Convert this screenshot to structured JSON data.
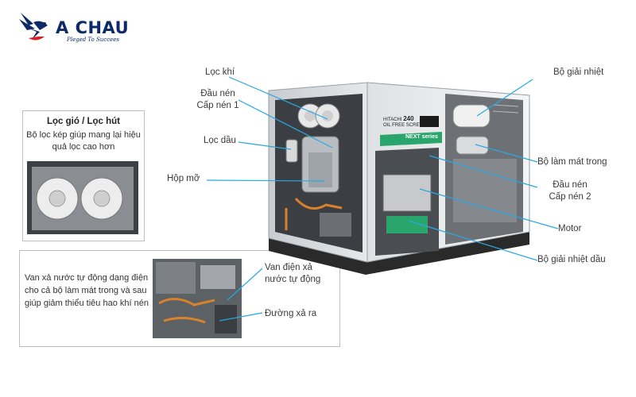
{
  "brand": {
    "name": "A CHAU",
    "slogan": "Pleged To Succees"
  },
  "labels": {
    "air_filter": "Lọc khí",
    "stage1_line1": "Đầu nén",
    "stage1_line2": "Cấp nén 1",
    "oil_filter": "Lọc dầu",
    "gearbox": "Hộp mỡ",
    "heat_exchanger": "Bộ giải nhiệt",
    "intercooler": "Bộ làm mát trong",
    "stage2_line1": "Đầu nén",
    "stage2_line2": "Cấp nén 2",
    "motor": "Motor",
    "oil_cooler": "Bộ giải nhiệt dầu"
  },
  "machine": {
    "model_small": "HITACHI",
    "model_num": "240",
    "model_text": "OIL FREE SCREW",
    "series": "NEXT series"
  },
  "filter_inset": {
    "title": "Lọc gió / Lọc hút",
    "desc": "Bộ lọc kép giúp mang lại hiệu quả lọc cao hơn"
  },
  "drain_inset": {
    "desc": "Van xả nước tự động dạng điện cho cả bộ làm mát trong và sau giúp giảm thiểu tiêu hao khí nén",
    "valve_line1": "Van điện xả",
    "valve_line2": "nước tự động",
    "outlet": "Đường xả ra"
  },
  "colors": {
    "brand": "#0e2a66",
    "brand_accent": "#d81f26",
    "leader_line": "#29a9e0",
    "machine_body": "#e9ebec",
    "machine_green": "#2aa66d"
  }
}
